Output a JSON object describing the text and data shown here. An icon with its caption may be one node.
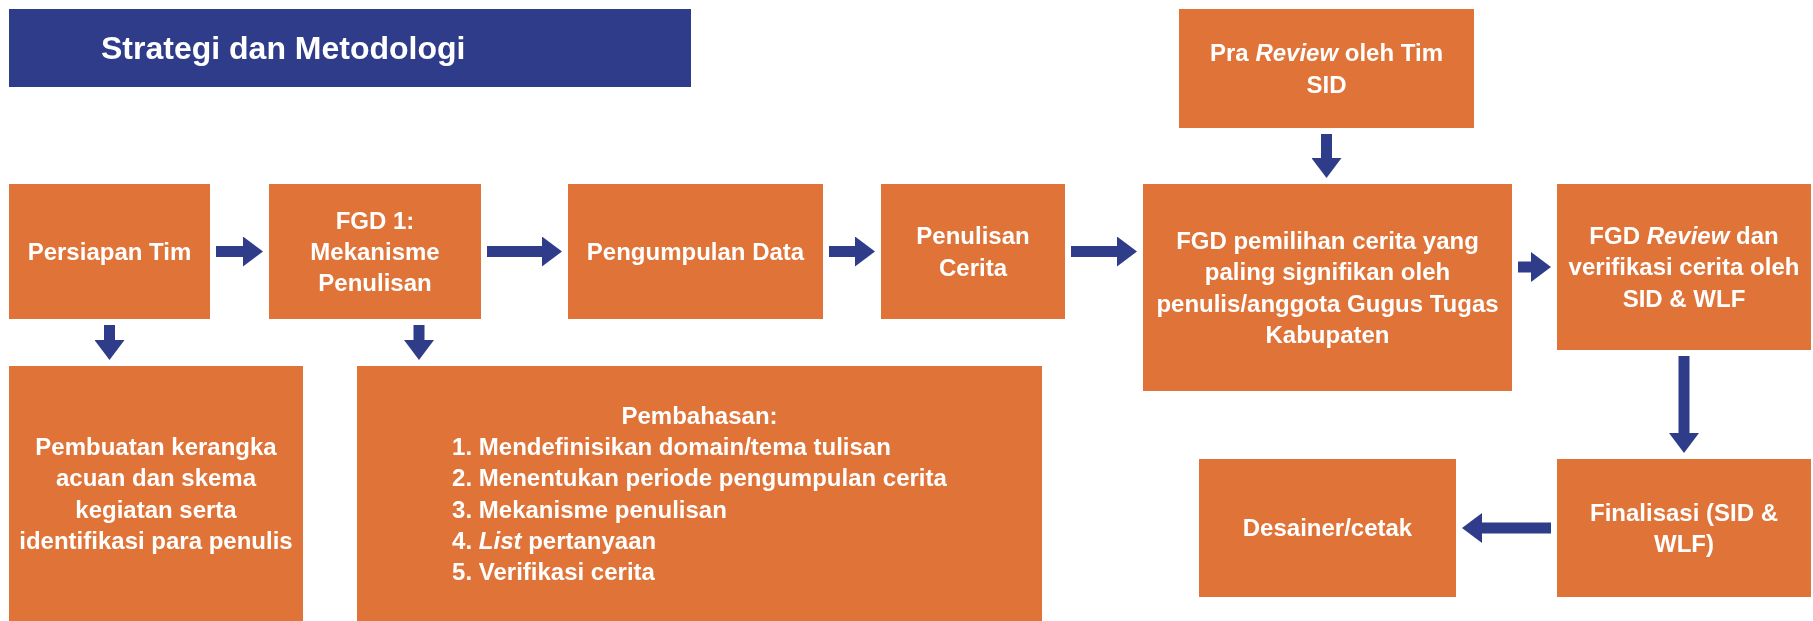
{
  "diagram": {
    "title": "Strategi dan Metodologi",
    "nodes": [
      {
        "text": [
          "Persiapan Tim"
        ]
      },
      {
        "text": [
          "FGD 1: Mekanisme Penulisan"
        ]
      },
      {
        "text": [
          "Pengumpulan Data"
        ]
      },
      {
        "text": [
          "Penulisan Cerita"
        ]
      },
      {
        "text": [
          "Pra *Review* oleh Tim SID"
        ]
      },
      {
        "text": [
          "FGD pemilihan cerita yang paling signifikan oleh penulis/anggota Gugus Tugas Kabupaten"
        ]
      },
      {
        "text": [
          "FGD *Review* dan verifikasi cerita oleh SID & WLF"
        ]
      },
      {
        "text": [
          "Pembuatan kerangka acuan dan skema kegiatan serta identifikasi para penulis"
        ]
      },
      {
        "text": [
          "Pembahasan:",
          "1. Mendefinisikan domain/tema tulisan",
          "2. Menentukan periode pengumpulan cerita",
          "3. Mekanisme penulisan",
          "4. *List* pertanyaan",
          "5. Verifikasi cerita"
        ]
      },
      {
        "text": [
          "Finalisasi (SID & WLF)"
        ]
      },
      {
        "text": [
          "Desainer/cetak"
        ]
      }
    ],
    "edges": [
      {
        "from": 0,
        "to": 1,
        "arrow": "to"
      },
      {
        "from": 1,
        "to": 2,
        "arrow": "to"
      },
      {
        "from": 2,
        "to": 3,
        "arrow": "to"
      },
      {
        "from": 3,
        "to": 5,
        "arrow": "to"
      },
      {
        "from": 4,
        "to": 5,
        "arrow": "to"
      },
      {
        "from": 5,
        "to": 6,
        "arrow": "to"
      },
      {
        "from": 6,
        "to": 9,
        "arrow": "to"
      },
      {
        "from": 9,
        "to": 10,
        "arrow": "to"
      },
      {
        "from": 0,
        "to": 7,
        "arrow": "to"
      },
      {
        "from": 1,
        "to": 8,
        "arrow": "to"
      }
    ]
  }
}
